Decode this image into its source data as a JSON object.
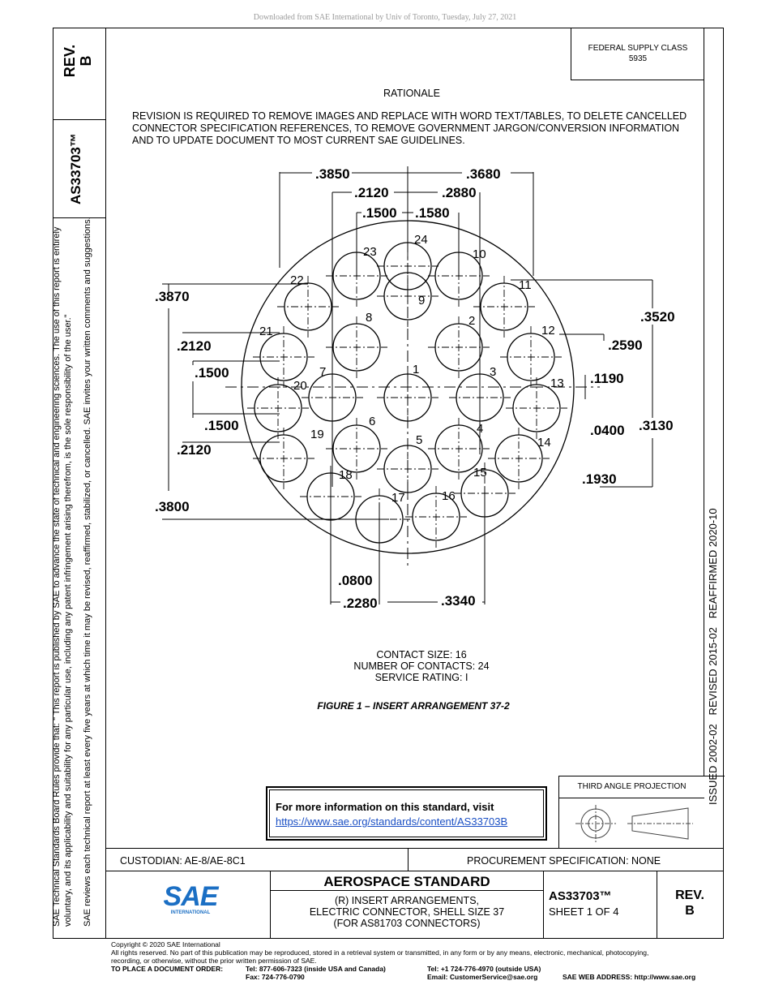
{
  "download_note": "Downloaded from SAE International by Univ of Toronto, Tuesday, July 27, 2021",
  "federal_supply": {
    "line1": "FEDERAL SUPPLY CLASS",
    "line2": "5935"
  },
  "left_block": {
    "rev_label": "REV.",
    "rev_value": "B",
    "doc_id": "AS33703™"
  },
  "left_notice": {
    "line1": "SAE Technical Standards Board Rules provide that: \"  This report is published by SAE to advance the state of technical and engineering sciences. The use of this report is entirely",
    "line2": "voluntary, and its applicability and suitability for any particular use, including any patent infringement arising therefrom, is the sole responsibility of the user.\"",
    "line3": "SAE reviews each technical report at least every five years at which time it may be revised, reaffirmed, stabilized, or cancelled. SAE invites your written comments and suggestions."
  },
  "right_strip": "ISSUED 2002-02   REVISED 2015-02   REAFFIRMED 2020-10",
  "rationale": {
    "heading": "RATIONALE",
    "lines": [
      "REVISION IS REQUIRED TO REMOVE IMAGES AND REPLACE WITH WORD TEXT/TABLES, TO DELETE CANCELLED",
      "CONNECTOR SPECIFICATION REFERENCES, TO REMOVE GOVERNMENT JARGON/CONVERSION INFORMATION",
      "AND TO UPDATE DOCUMENT TO MOST CURRENT SAE GUIDELINES."
    ]
  },
  "figure": {
    "dims": {
      "top1": ".3850",
      "top2": ".3680",
      "top3": ".2120",
      "top4": ".2880",
      "top5": ".1500",
      "top6": ".1580",
      "l1": ".3870",
      "l2": ".2120",
      "l3": ".1500",
      "l4": ".1500",
      "l5": ".2120",
      "l6": ".3800",
      "r1": ".3520",
      "r2": ".2590",
      "r3": ".1190",
      "r4": ".0400",
      "r5": ".3130",
      "r6": ".1930",
      "b1": ".0800",
      "b2": ".2280",
      "b3": ".3340"
    },
    "contacts": [
      "1",
      "2",
      "3",
      "4",
      "5",
      "6",
      "7",
      "8",
      "9",
      "10",
      "11",
      "12",
      "13",
      "14",
      "15",
      "16",
      "17",
      "18",
      "19",
      "20",
      "21",
      "22",
      "23",
      "24"
    ],
    "caption_lines": [
      "CONTACT SIZE:  16",
      "NUMBER OF CONTACTS:  24",
      "SERVICE RATING:  I"
    ],
    "title": "FIGURE 1 – INSERT ARRANGEMENT 37-2"
  },
  "info_box": {
    "heading": "For more information on this standard, visit",
    "link": "https://www.sae.org/standards/content/AS33703B"
  },
  "projection_label": "THIRD ANGLE PROJECTION",
  "title_block": {
    "custodian": "CUSTODIAN: AE-8/AE-8C1",
    "procurement": "PROCUREMENT SPECIFICATION: NONE",
    "logo_text": "SAE",
    "logo_sub": "INTERNATIONAL",
    "standard_type": "AEROSPACE STANDARD",
    "desc_lines": [
      "(R) INSERT ARRANGEMENTS,",
      "ELECTRIC CONNECTOR, SHELL SIZE 37",
      "(FOR AS81703 CONNECTORS)"
    ],
    "doc_id": "AS33703™",
    "sheet": "SHEET 1 OF 4",
    "rev_label": "REV.",
    "rev_value": "B"
  },
  "footer": {
    "copyright": "Copyright © 2020 SAE International",
    "rights1": "All rights reserved. No part of this publication may be reproduced, stored in a retrieval system or transmitted, in any form or by any means, electronic, mechanical, photocopying,",
    "rights2": "recording, or otherwise, without the prior written permission of SAE.",
    "order_label": "TO PLACE A DOCUMENT ORDER:",
    "tel_usa": "Tel: 877-606-7323 (inside USA and Canada)",
    "fax": "Fax: 724-776-0790",
    "tel_intl": "Tel: +1 724-776-4970 (outside USA)",
    "email": "Email: CustomerService@sae.org",
    "web": "SAE WEB ADDRESS: http://www.sae.org"
  }
}
